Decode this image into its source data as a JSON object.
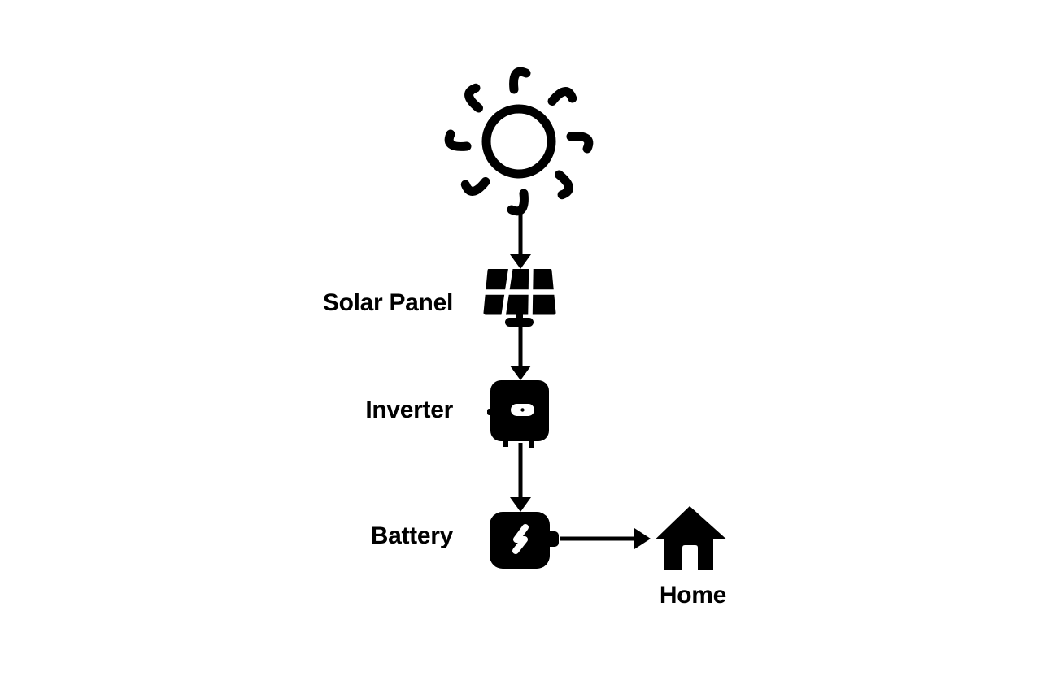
{
  "diagram": {
    "type": "flow-diagram",
    "subject": "Solar energy system flow",
    "background_color": "#ffffff",
    "ink_color": "#000000",
    "nodes": [
      {
        "id": "sun",
        "icon": "sun-icon",
        "label": ""
      },
      {
        "id": "solar_panel",
        "icon": "solar-panel-icon",
        "label": "Solar Panel"
      },
      {
        "id": "inverter",
        "icon": "inverter-icon",
        "label": "Inverter"
      },
      {
        "id": "battery",
        "icon": "battery-icon",
        "label": "Battery"
      },
      {
        "id": "home",
        "icon": "home-icon",
        "label": "Home"
      }
    ],
    "edges": [
      {
        "from": "sun",
        "to": "solar_panel",
        "direction": "down"
      },
      {
        "from": "solar_panel",
        "to": "inverter",
        "direction": "down"
      },
      {
        "from": "inverter",
        "to": "battery",
        "direction": "down"
      },
      {
        "from": "battery",
        "to": "home",
        "direction": "right"
      }
    ]
  }
}
